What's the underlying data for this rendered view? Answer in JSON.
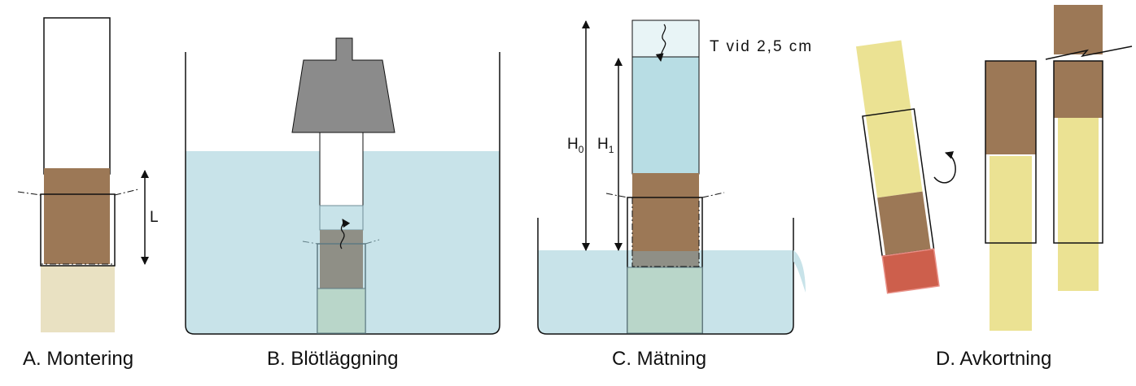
{
  "panels": {
    "a": {
      "caption": "A. Montering",
      "dimension_label": "L"
    },
    "b": {
      "caption": "B. Blötläggning"
    },
    "c": {
      "caption": "C. Mätning",
      "h0_label": "H",
      "h0_sub": "0",
      "h1_label": "H",
      "h1_sub": "1",
      "annotation": "T vid 2,5 cm"
    },
    "d": {
      "caption": "D. Avkortning"
    }
  },
  "colors": {
    "water": "#c8e3e9",
    "water_line": "#9cc4cf",
    "soil": "#9c7856",
    "sand": "#e9e1c2",
    "yellow": "#ebe293",
    "weight": "#8b8b8b",
    "cap_red": "#cd5f4c",
    "outline": "#111111"
  }
}
